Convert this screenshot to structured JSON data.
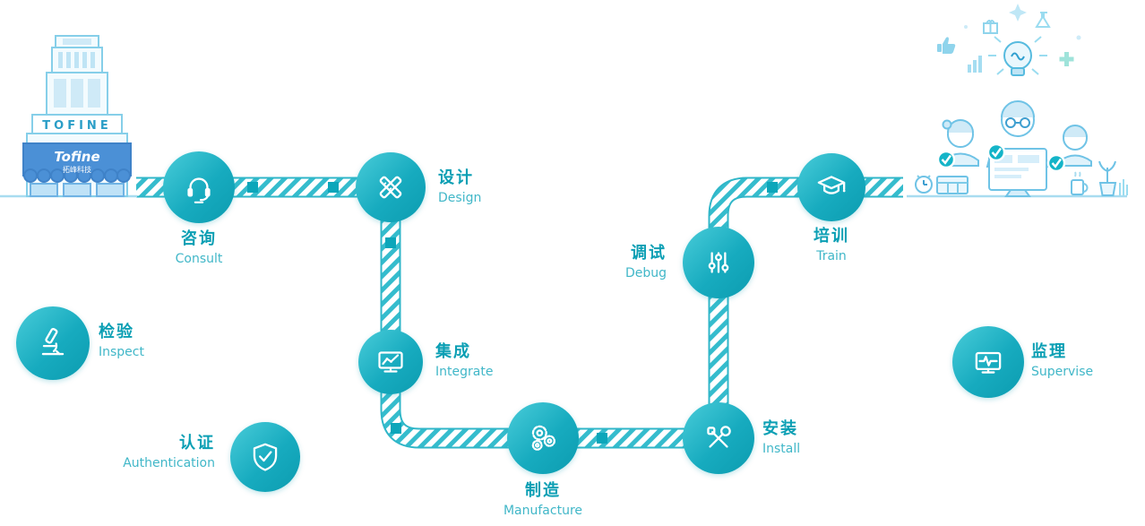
{
  "colors": {
    "accent": "#0ea7bb",
    "band_stripe": "#35bccd",
    "band_edge": "#2fb6c8",
    "path_square": "#0ca6ba",
    "node_gradient_start": "#49ccd9",
    "node_gradient_end": "#0c9cb0",
    "label_zh": "#0b9fb4",
    "label_en": "#41b7c8",
    "illustration_line": "#7ecbe8",
    "awning_blue": "#4b90d6"
  },
  "building": {
    "sign": "TOFINE",
    "logo": "Tofine",
    "logo_sub": "拓峰科技"
  },
  "steps": [
    {
      "zh": "咨询",
      "en": "Consult",
      "icon": "headset-icon"
    },
    {
      "zh": "设计",
      "en": "Design",
      "icon": "pencil-ruler-icon"
    },
    {
      "zh": "集成",
      "en": "Integrate",
      "icon": "monitor-chart-icon"
    },
    {
      "zh": "制造",
      "en": "Manufacture",
      "icon": "gears-icon"
    },
    {
      "zh": "安装",
      "en": "Install",
      "icon": "tools-icon"
    },
    {
      "zh": "调试",
      "en": "Debug",
      "icon": "sliders-icon"
    },
    {
      "zh": "培训",
      "en": "Train",
      "icon": "graduation-cap-icon"
    },
    {
      "zh": "监理",
      "en": "Supervise",
      "icon": "monitor-pulse-icon"
    },
    {
      "zh": "检验",
      "en": "Inspect",
      "icon": "microscope-icon"
    },
    {
      "zh": "认证",
      "en": "Authentication",
      "icon": "shield-check-icon"
    }
  ]
}
